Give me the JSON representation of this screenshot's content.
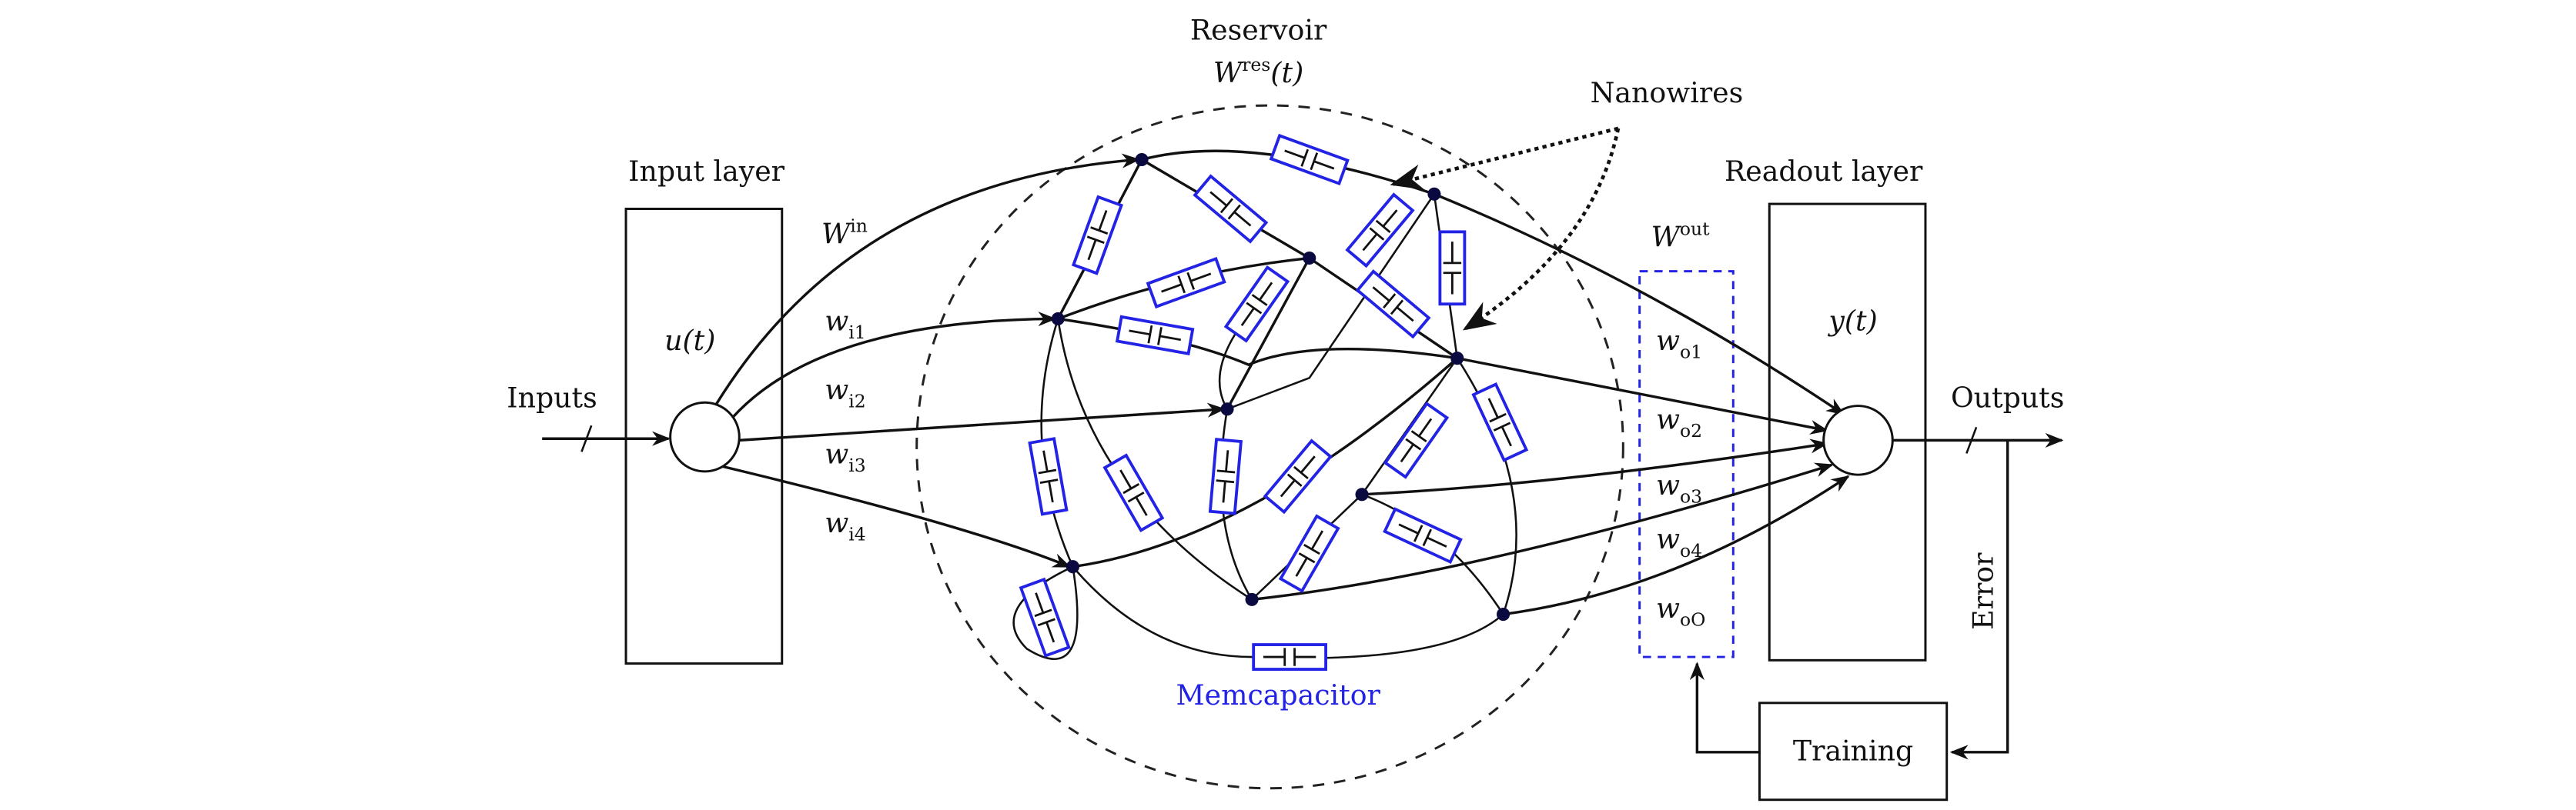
{
  "reservoir": {
    "title": "Reservoir",
    "weight_base": "W",
    "weight_sup": "res",
    "weight_arg": "(t)"
  },
  "nanowires_label": "Nanowires",
  "memcapacitor_label": "Memcapacitor",
  "input_layer": {
    "title": "Input layer",
    "signal": "u(t)",
    "inputs_label": "Inputs",
    "weight_base": "W",
    "weight_sup": "in",
    "weights": [
      {
        "base": "w",
        "sub": "i1"
      },
      {
        "base": "w",
        "sub": "i2"
      },
      {
        "base": "w",
        "sub": "i3"
      },
      {
        "base": "w",
        "sub": "i4"
      }
    ]
  },
  "readout_layer": {
    "title": "Readout layer",
    "signal": "y(t)",
    "outputs_label": "Outputs",
    "weight_base": "W",
    "weight_sup": "out",
    "weights": [
      {
        "base": "w",
        "sub": "o1"
      },
      {
        "base": "w",
        "sub": "o2"
      },
      {
        "base": "w",
        "sub": "o3"
      },
      {
        "base": "w",
        "sub": "o4"
      },
      {
        "base": "w",
        "sub": "oO"
      }
    ]
  },
  "error_label": "Error",
  "training_label": "Training",
  "colors": {
    "memcapacitor": "#2323e6",
    "wire": "#111111",
    "node": "#0a0a40"
  }
}
